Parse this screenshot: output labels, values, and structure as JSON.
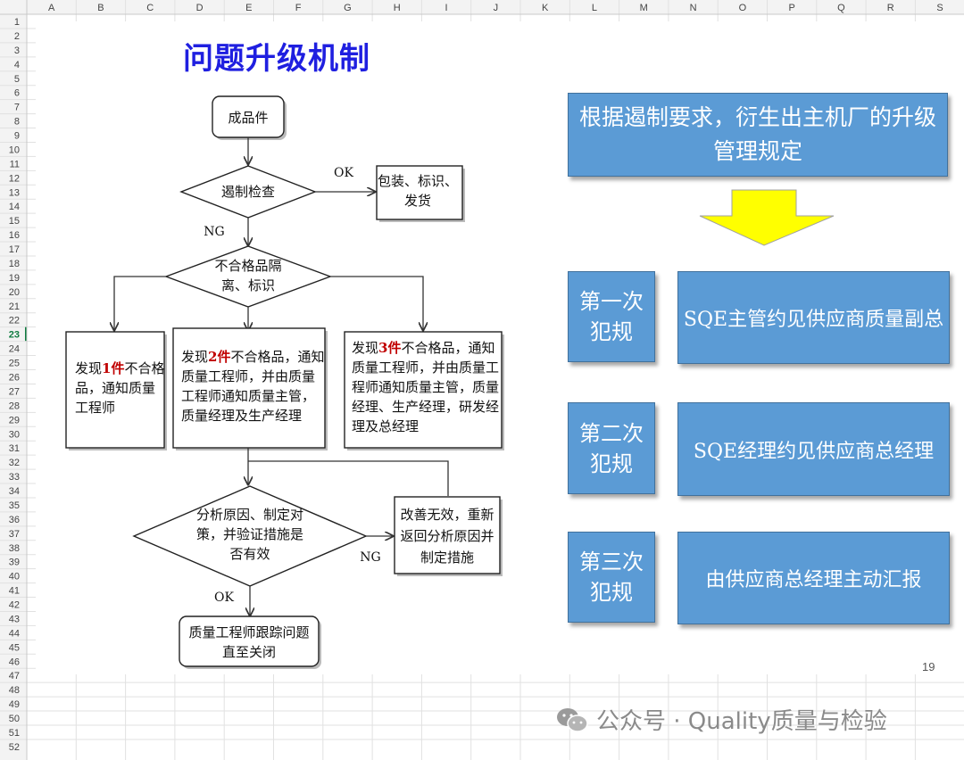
{
  "sheet": {
    "columns": [
      "A",
      "B",
      "C",
      "D",
      "E",
      "F",
      "G",
      "H",
      "I",
      "J",
      "K",
      "L",
      "M",
      "N",
      "O",
      "P",
      "Q",
      "R",
      "S"
    ],
    "rows": [
      "1",
      "2",
      "3",
      "4",
      "5",
      "6",
      "7",
      "8",
      "9",
      "10",
      "11",
      "12",
      "13",
      "14",
      "15",
      "16",
      "17",
      "18",
      "19",
      "20",
      "21",
      "22",
      "23",
      "24",
      "25",
      "26",
      "27",
      "28",
      "29",
      "30",
      "31",
      "32",
      "33",
      "34",
      "35",
      "36",
      "37",
      "38",
      "39",
      "40",
      "41",
      "42",
      "43",
      "44",
      "45",
      "46",
      "47",
      "48",
      "49",
      "50",
      "51",
      "52"
    ],
    "active_row": "23"
  },
  "slide": {
    "title": "问题升级机制",
    "page_number": "19",
    "flow": {
      "start": "成品件",
      "check": "遏制检查",
      "ok_label": "OK",
      "ship": [
        "包装、标识、",
        "发货"
      ],
      "ng_label": "NG",
      "isolate": [
        "不合格品隔",
        "离、标识"
      ],
      "case1": {
        "prefix": "发现",
        "count": "1件",
        "lines": [
          "不合格",
          "品，通知质量",
          "工程师"
        ]
      },
      "case2": {
        "prefix": "发现",
        "count": "2件",
        "lines": [
          "不合格品，通知",
          "质量工程师，并由质量",
          "工程师通知质量主管，",
          "质量经理及生产经理"
        ]
      },
      "case3": {
        "prefix": "发现",
        "count": "3件",
        "lines": [
          "不合格品，通知",
          "质量工程师，并由质量工",
          "程师通知质量主管，质量",
          "经理、生产经理，研发经",
          "理及总经理"
        ]
      },
      "analyze": [
        "分析原因、制定对",
        "策，并验证措施是",
        "否有效"
      ],
      "ng2_label": "NG",
      "retry": [
        "改善无效，重新",
        "返回分析原因并",
        "制定措施"
      ],
      "ok2_label": "OK",
      "close": [
        "质量工程师跟踪问题",
        "直至关闭"
      ]
    },
    "right": {
      "header": "根据遏制要求，衍生出主机厂的升级管理规定",
      "levels": [
        {
          "label": "第一次犯规",
          "action": "SQE主管约见供应商质量副总"
        },
        {
          "label": "第二次犯规",
          "action": "SQE经理约见供应商总经理"
        },
        {
          "label": "第三次犯规",
          "action": "由供应商总经理主动汇报"
        }
      ],
      "arrow_color": "#ffff00",
      "box_color": "#5b9bd5"
    }
  },
  "watermark": {
    "text": "公众号 · Quality质量与检验"
  }
}
